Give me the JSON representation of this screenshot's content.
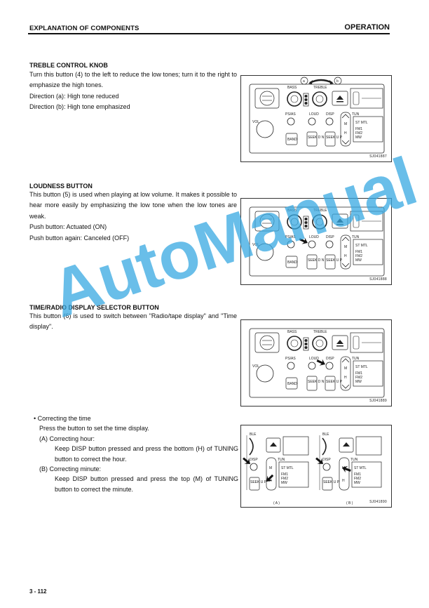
{
  "header": {
    "left": "EXPLANATION OF COMPONENTS",
    "right": "OPERATION"
  },
  "treble": {
    "title": "TREBLE CONTROL KNOB",
    "lines": [
      "Turn this button (4) to the left to reduce the low tones; turn it to the right to emphasize the high tones.",
      "Direction (a): High tone reduced",
      "Direction (b): High tone emphasized"
    ],
    "fig_code": "SJ041887"
  },
  "loudness": {
    "title": "LOUDNESS BUTTON",
    "lines": [
      "This button (5) is used when playing at low volume. It makes it possible to hear more easily by emphasizing the low tone when the low tones are weak.",
      "Push button: Actuated (ON)",
      "Push button again: Canceled (OFF)"
    ],
    "fig_code": "SJ041888"
  },
  "display": {
    "title": "TIME/RADIO DISPLAY SELECTOR BUTTON",
    "lines": [
      "This button (6) is used to switch between \"Radio/tape display\" and \"Time display\"."
    ],
    "fig_code": "SJ041889"
  },
  "correcting": {
    "bullet": "Correcting the time",
    "intro": "Press the button to set the time display.",
    "a_label": "(A) Correcting hour:",
    "a_text": "Keep DISP button pressed and press the bottom (H) of TUNING button to correct the hour.",
    "b_label": "(B) Correcting minute:",
    "b_text": "Keep DISP button pressed and press the top (M) of TUNING button to correct the minute.",
    "fig_code": "SJ041890",
    "panel_a": "( A )",
    "panel_b": "( B )"
  },
  "radio_labels": {
    "bass": "BASS",
    "treble": "TREBLE",
    "ps_as": "PS/AS",
    "loud": "LOUD",
    "disp": "DISP",
    "vol": "VOL",
    "band": "BAND",
    "seek_dn": "SEEK D N",
    "seek_up": "SEEK U P",
    "tun": "TUN",
    "st_mtl": "ST MTL",
    "fm1": "FM1",
    "fm2": "FM2",
    "mw": "MW",
    "m": "M",
    "h": "H",
    "dir_a": "a",
    "dir_b": "b",
    "ble": "BLE"
  },
  "watermark": "AutoManual",
  "page_number": "3 - 112"
}
